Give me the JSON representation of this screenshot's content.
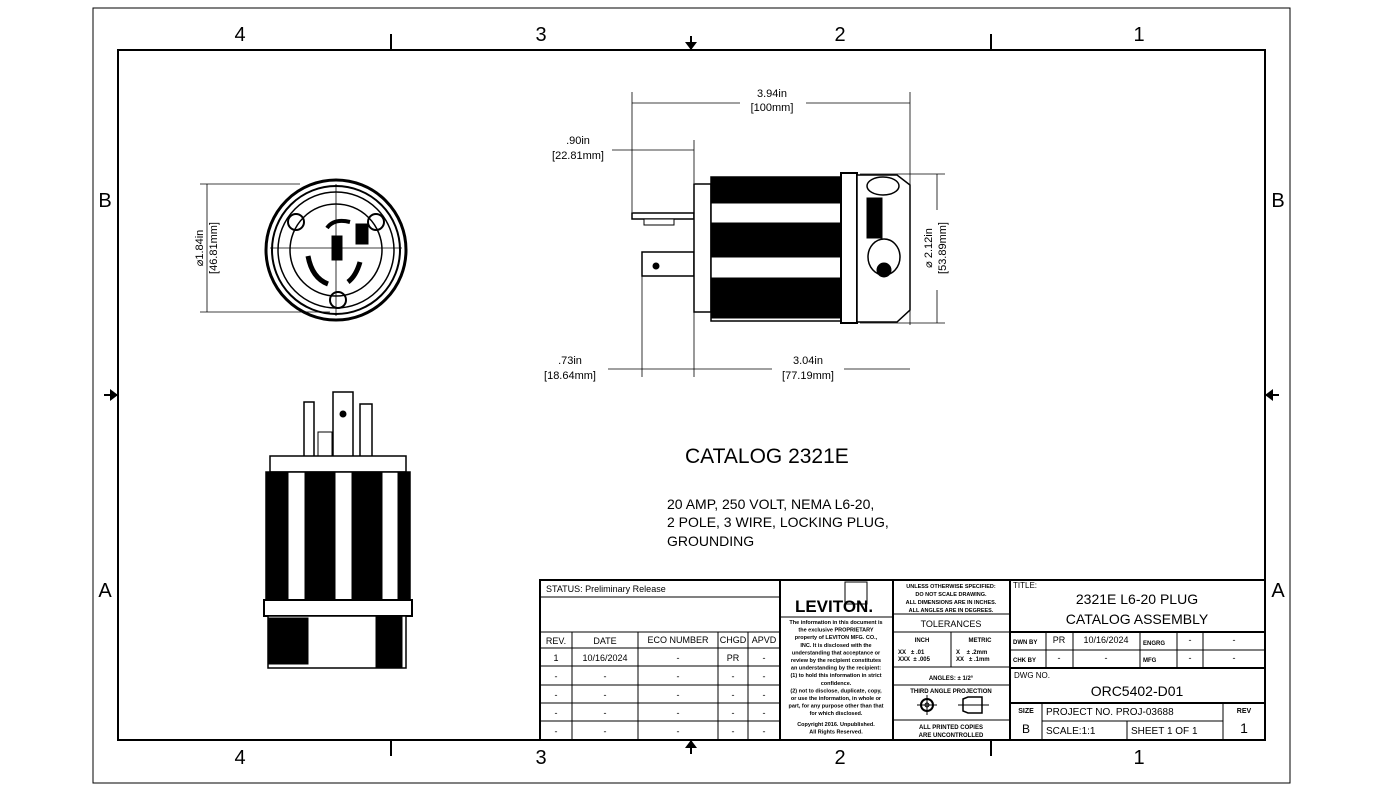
{
  "zones": {
    "columns": [
      "4",
      "3",
      "2",
      "1"
    ],
    "rows": [
      "B",
      "A"
    ]
  },
  "dimensions": {
    "overall_length": {
      "in": "3.94in",
      "mm": "[100mm]"
    },
    "prong_length": {
      "in": ".90in",
      "mm": "[22.81mm]"
    },
    "ground_prong": {
      "in": ".73in",
      "mm": "[18.64mm]"
    },
    "body_length": {
      "in": "3.04in",
      "mm": "[77.19mm]"
    },
    "body_diameter": {
      "in": "⌀ 2.12in",
      "mm": "[53.89mm]"
    },
    "face_diameter": {
      "in": "⌀1.84in",
      "mm": "[46.81mm]"
    }
  },
  "catalog": {
    "title": "CATALOG 2321E",
    "description": [
      "20 AMP, 250 VOLT, NEMA L6-20,",
      "2 POLE, 3 WIRE, LOCKING PLUG,",
      "GROUNDING"
    ]
  },
  "title_block": {
    "status": "STATUS: Preliminary Release",
    "rev_headers": [
      "REV.",
      "DATE",
      "ECO NUMBER",
      "CHGD",
      "APVD"
    ],
    "rev_rows": [
      [
        "1",
        "10/16/2024",
        "-",
        "PR",
        "-"
      ],
      [
        "-",
        "-",
        "-",
        "-",
        "-"
      ],
      [
        "-",
        "-",
        "-",
        "-",
        "-"
      ],
      [
        "-",
        "-",
        "-",
        "-",
        "-"
      ],
      [
        "-",
        "-",
        "-",
        "-",
        "-"
      ]
    ],
    "logo": "LEVITON.",
    "proprietary": [
      "The information in this document is",
      "the exclusive PROPRIETARY",
      "property of LEVITON MFG. CO.,",
      "INC. It is disclosed with the",
      "understanding that acceptance or",
      "review by the recipient constitutes",
      "an understanding by the recipient:",
      "(1) to hold this information in strict",
      "confidence.",
      "(2) not to disclose, duplicate, copy,",
      "or use the information, in whole or",
      "part, for any purpose other than that",
      "for which disclosed.",
      "Copyright 2016. Unpublished.",
      "All Rights Reserved."
    ],
    "notes": [
      "UNLESS OTHERWISE SPECIFIED:",
      "DO NOT SCALE DRAWING.",
      "ALL DIMENSIONS ARE IN INCHES.",
      "ALL ANGLES ARE IN DEGREES."
    ],
    "tolerances": "TOLERANCES",
    "inch": "INCH",
    "metric": "METRIC",
    "inch_tol": [
      "XX   ± .01",
      "XXX  ± .005"
    ],
    "metric_tol": [
      "X    ± .2mm",
      "XX   ± .1mm"
    ],
    "angles": "ANGLES: ± 1/2°",
    "projection": "THIRD ANGLE PROJECTION",
    "printed": [
      "ALL PRINTED COPIES",
      "ARE UNCONTROLLED"
    ],
    "title_label": "TITLE:",
    "title": [
      "2321E L6-20 PLUG",
      "CATALOG ASSEMBLY"
    ],
    "dwn_by_label": "DWN BY",
    "dwn_by": "PR",
    "dwn_date": "10/16/2024",
    "engrg_label": "ENGRG",
    "engrg": "-",
    "engrg_date": "-",
    "chk_by_label": "CHK BY",
    "chk_by": "-",
    "chk_date": "-",
    "mfg_label": "MFG",
    "mfg": "-",
    "mfg_date": "-",
    "dwg_no_label": "DWG NO.",
    "dwg_no": "ORC5402-D01",
    "size_label": "SIZE",
    "size": "B",
    "project": "PROJECT NO.  PROJ-03688",
    "scale": "SCALE:1:1",
    "sheet": "SHEET 1 OF 1",
    "rev_label": "REV",
    "rev": "1"
  }
}
